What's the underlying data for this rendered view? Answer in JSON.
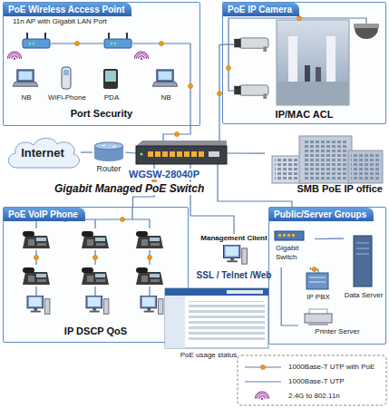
{
  "diagram": {
    "nodes": [
      {
        "text": [
          "PoE Wireless Access Point",
          "Port Security"
        ]
      },
      {
        "text": [
          "NB"
        ],
        "in": 0
      },
      {
        "text": [
          "WiFi-Phone"
        ],
        "in": 0
      },
      {
        "text": [
          "PDA"
        ],
        "in": 0
      },
      {
        "text": [
          "NB"
        ],
        "in": 0
      },
      {
        "text": [
          "PoE IP Camera",
          "IP/MAC ACL"
        ]
      },
      {
        "text": [
          "Internet"
        ]
      },
      {
        "text": [
          "Router"
        ]
      },
      {
        "text": [
          "WGSW-28040P",
          "Gigabit Managed PoE Switch"
        ]
      },
      {
        "text": [
          "SMB PoE IP office"
        ]
      },
      {
        "text": [
          "PoE VoIP Phone",
          "IP DSCP QoS"
        ]
      },
      {
        "text": [
          "Management Client",
          "SSL / Telnet /Web",
          "PoE usage status"
        ]
      },
      {
        "text": [
          "Public/Server Groups"
        ]
      },
      {
        "text": [
          "Gigabit Switch"
        ],
        "in": 12
      },
      {
        "text": [
          "IP PBX"
        ],
        "in": 12
      },
      {
        "text": [
          "Data Server"
        ],
        "in": 12
      },
      {
        "text": [
          "Printer Server"
        ],
        "in": 12
      }
    ],
    "edges": [
      {
        "from": 6,
        "to": 7,
        "arrow": "none"
      },
      {
        "from": 7,
        "to": 8,
        "arrow": "none"
      },
      {
        "from": 8,
        "to": 0,
        "arrow": "none"
      },
      {
        "from": 8,
        "to": 5,
        "arrow": "none"
      },
      {
        "from": 8,
        "to": 9,
        "arrow": "none"
      },
      {
        "from": 8,
        "to": 10,
        "arrow": "none"
      },
      {
        "from": 8,
        "to": 11,
        "arrow": "none"
      },
      {
        "from": 8,
        "to": 12,
        "arrow": "none"
      },
      {
        "from": 13,
        "to": 15,
        "arrow": "none"
      },
      {
        "from": 13,
        "to": 14,
        "arrow": "none"
      },
      {
        "from": 13,
        "to": 16,
        "arrow": "none"
      }
    ],
    "labels": [
      "11n AP with Gigabit LAN Port"
    ],
    "legend": [
      {
        "text": "1000Base-T UTP with PoE"
      },
      {
        "text": "1000Base-T UTP"
      },
      {
        "text": "2.4G to 802.11n"
      }
    ]
  }
}
